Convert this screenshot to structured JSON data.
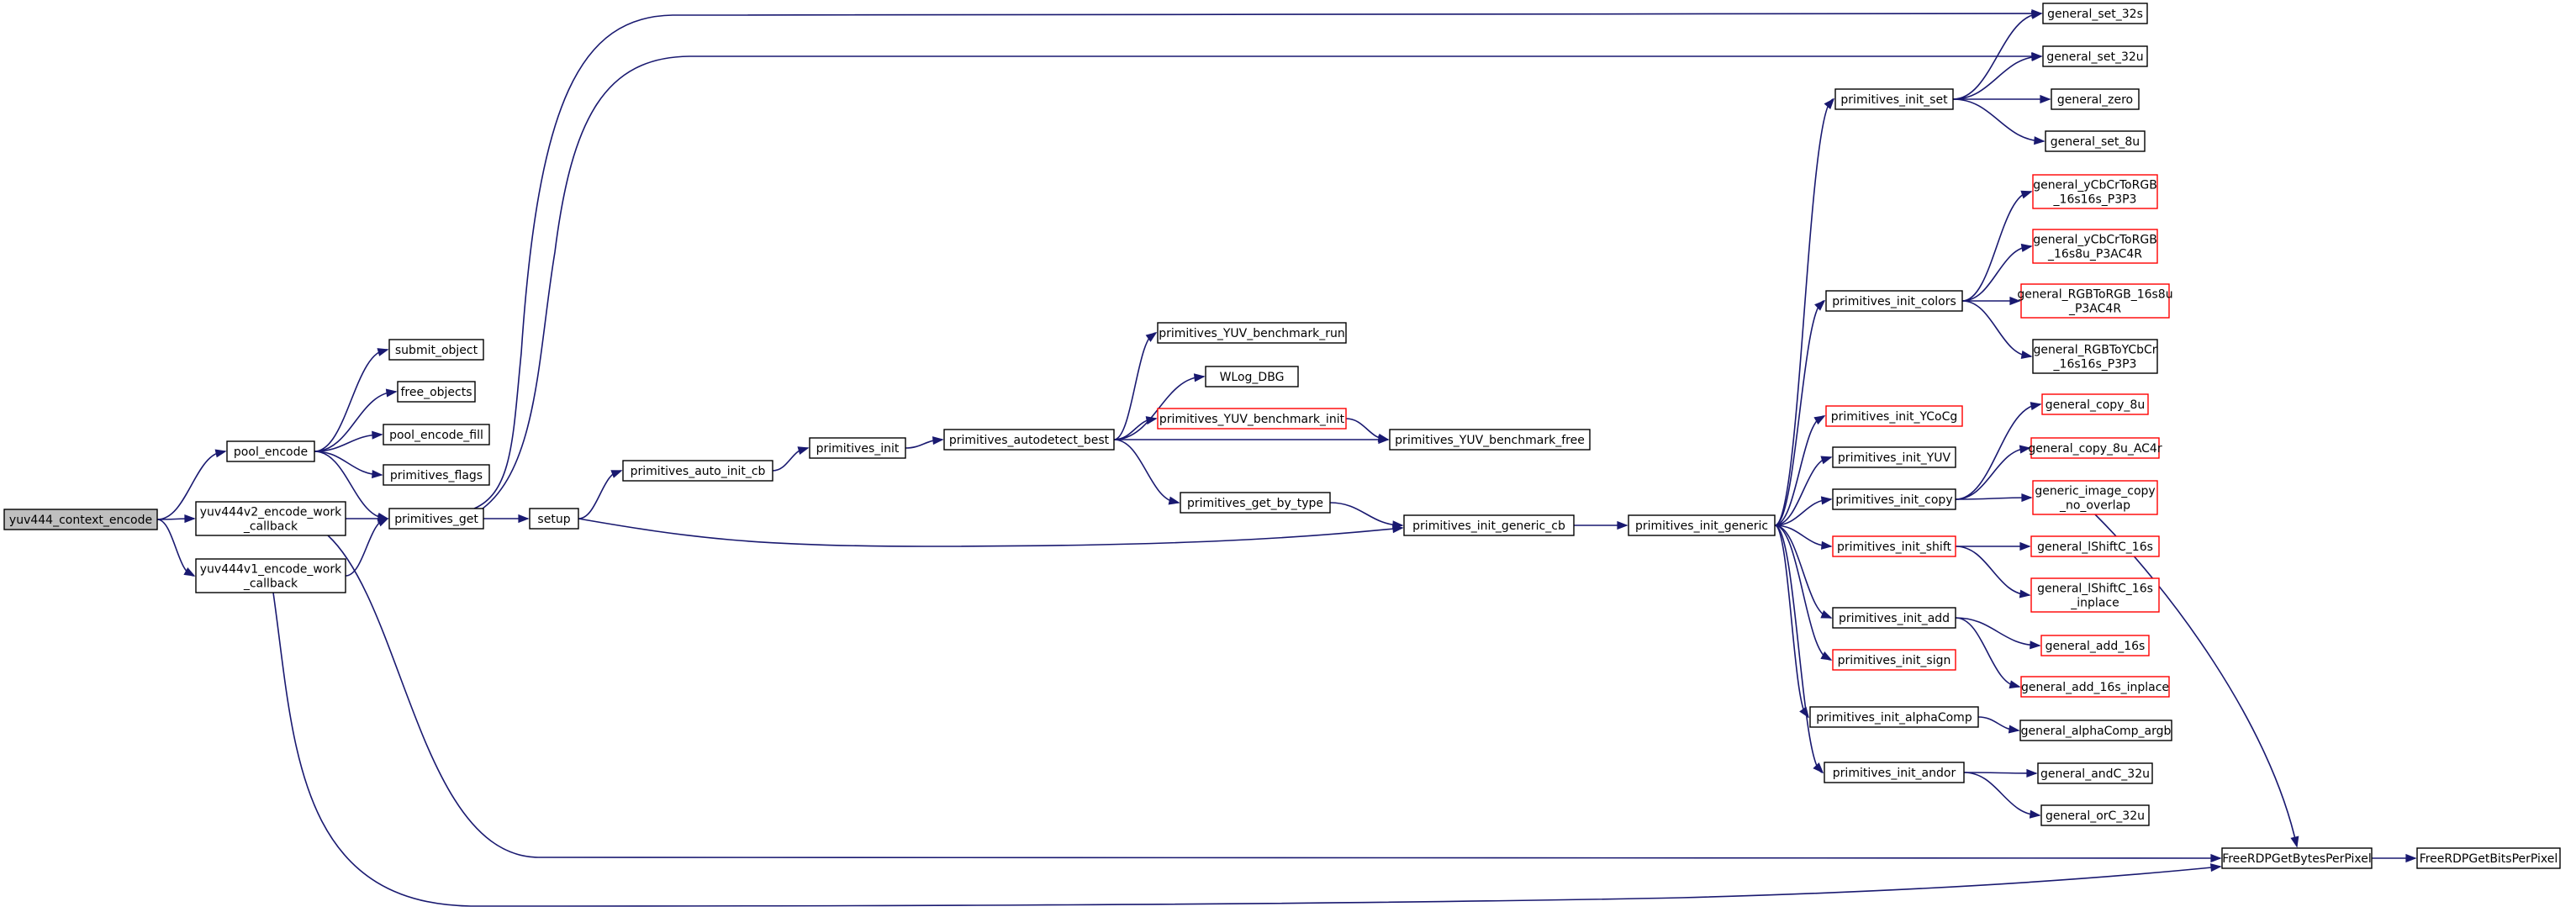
{
  "graph": {
    "edge_color": "#191970",
    "node_border": "#000000",
    "incomplete_node_border": "#ff0000",
    "root_fill": "#bfbfbf",
    "nodes": {
      "yuv444_context_encode": {
        "lines": [
          "yuv444_context_encode"
        ],
        "style": "root"
      },
      "pool_encode": {
        "lines": [
          "pool_encode"
        ]
      },
      "yuv444v2_encode_work_callback": {
        "lines": [
          "yuv444v2_encode_work",
          "_callback"
        ]
      },
      "yuv444v1_encode_work_callback": {
        "lines": [
          "yuv444v1_encode_work",
          "_callback"
        ]
      },
      "submit_object": {
        "lines": [
          "submit_object"
        ]
      },
      "free_objects": {
        "lines": [
          "free_objects"
        ]
      },
      "pool_encode_fill": {
        "lines": [
          "pool_encode_fill"
        ]
      },
      "primitives_flags": {
        "lines": [
          "primitives_flags"
        ]
      },
      "primitives_get": {
        "lines": [
          "primitives_get"
        ]
      },
      "setup": {
        "lines": [
          "setup"
        ]
      },
      "primitives_auto_init_cb": {
        "lines": [
          "primitives_auto_init_cb"
        ]
      },
      "primitives_init": {
        "lines": [
          "primitives_init"
        ]
      },
      "primitives_autodetect_best": {
        "lines": [
          "primitives_autodetect_best"
        ]
      },
      "primitives_YUV_benchmark_run": {
        "lines": [
          "primitives_YUV_benchmark_run"
        ]
      },
      "WLog_DBG": {
        "lines": [
          "WLog_DBG"
        ]
      },
      "primitives_YUV_benchmark_init": {
        "lines": [
          "primitives_YUV_benchmark_init"
        ],
        "style": "red"
      },
      "primitives_YUV_benchmark_free": {
        "lines": [
          "primitives_YUV_benchmark_free"
        ]
      },
      "primitives_get_by_type": {
        "lines": [
          "primitives_get_by_type"
        ]
      },
      "primitives_init_generic_cb": {
        "lines": [
          "primitives_init_generic_cb"
        ]
      },
      "primitives_init_generic": {
        "lines": [
          "primitives_init_generic"
        ]
      },
      "primitives_init_set": {
        "lines": [
          "primitives_init_set"
        ]
      },
      "general_set_32s": {
        "lines": [
          "general_set_32s"
        ]
      },
      "general_set_32u": {
        "lines": [
          "general_set_32u"
        ]
      },
      "general_zero": {
        "lines": [
          "general_zero"
        ]
      },
      "general_set_8u": {
        "lines": [
          "general_set_8u"
        ]
      },
      "primitives_init_colors": {
        "lines": [
          "primitives_init_colors"
        ]
      },
      "general_yCbCrToRGB_16s16s_P3P3": {
        "lines": [
          "general_yCbCrToRGB",
          "_16s16s_P3P3"
        ],
        "style": "red"
      },
      "general_yCbCrToRGB_16s8u_P3AC4R": {
        "lines": [
          "general_yCbCrToRGB",
          "_16s8u_P3AC4R"
        ],
        "style": "red"
      },
      "general_RGBToRGB_16s8u_P3AC4R": {
        "lines": [
          "general_RGBToRGB_16s8u",
          "_P3AC4R"
        ],
        "style": "red"
      },
      "general_RGBToYCbCr_16s16s_P3P3": {
        "lines": [
          "general_RGBToYCbCr",
          "_16s16s_P3P3"
        ]
      },
      "primitives_init_YCoCg": {
        "lines": [
          "primitives_init_YCoCg"
        ],
        "style": "red"
      },
      "primitives_init_YUV": {
        "lines": [
          "primitives_init_YUV"
        ]
      },
      "primitives_init_copy": {
        "lines": [
          "primitives_init_copy"
        ]
      },
      "general_copy_8u": {
        "lines": [
          "general_copy_8u"
        ],
        "style": "red"
      },
      "general_copy_8u_AC4r": {
        "lines": [
          "general_copy_8u_AC4r"
        ],
        "style": "red"
      },
      "generic_image_copy_no_overlap": {
        "lines": [
          "generic_image_copy",
          "_no_overlap"
        ],
        "style": "red"
      },
      "primitives_init_shift": {
        "lines": [
          "primitives_init_shift"
        ],
        "style": "red"
      },
      "general_lShiftC_16s": {
        "lines": [
          "general_lShiftC_16s"
        ],
        "style": "red"
      },
      "general_lShiftC_16s_inplace": {
        "lines": [
          "general_lShiftC_16s",
          "_inplace"
        ],
        "style": "red"
      },
      "primitives_init_add": {
        "lines": [
          "primitives_init_add"
        ]
      },
      "general_add_16s": {
        "lines": [
          "general_add_16s"
        ],
        "style": "red"
      },
      "general_add_16s_inplace": {
        "lines": [
          "general_add_16s_inplace"
        ],
        "style": "red"
      },
      "primitives_init_sign": {
        "lines": [
          "primitives_init_sign"
        ],
        "style": "red"
      },
      "primitives_init_alphaComp": {
        "lines": [
          "primitives_init_alphaComp"
        ]
      },
      "general_alphaComp_argb": {
        "lines": [
          "general_alphaComp_argb"
        ]
      },
      "primitives_init_andor": {
        "lines": [
          "primitives_init_andor"
        ]
      },
      "general_andC_32u": {
        "lines": [
          "general_andC_32u"
        ]
      },
      "general_orC_32u": {
        "lines": [
          "general_orC_32u"
        ]
      },
      "FreeRDPGetBytesPerPixel": {
        "lines": [
          "FreeRDPGetBytesPerPixel"
        ]
      },
      "FreeRDPGetBitsPerPixel": {
        "lines": [
          "FreeRDPGetBitsPerPixel"
        ]
      }
    },
    "edges": [
      [
        "yuv444_context_encode",
        "pool_encode"
      ],
      [
        "yuv444_context_encode",
        "yuv444v2_encode_work_callback"
      ],
      [
        "yuv444_context_encode",
        "yuv444v1_encode_work_callback"
      ],
      [
        "pool_encode",
        "submit_object"
      ],
      [
        "pool_encode",
        "free_objects"
      ],
      [
        "pool_encode",
        "pool_encode_fill"
      ],
      [
        "pool_encode",
        "primitives_flags"
      ],
      [
        "pool_encode",
        "primitives_get"
      ],
      [
        "yuv444v2_encode_work_callback",
        "primitives_get"
      ],
      [
        "yuv444v2_encode_work_callback",
        "FreeRDPGetBytesPerPixel"
      ],
      [
        "yuv444v1_encode_work_callback",
        "primitives_get"
      ],
      [
        "yuv444v1_encode_work_callback",
        "FreeRDPGetBytesPerPixel"
      ],
      [
        "primitives_get",
        "setup"
      ],
      [
        "primitives_get",
        "general_set_32s"
      ],
      [
        "primitives_get",
        "general_set_32u"
      ],
      [
        "setup",
        "primitives_auto_init_cb"
      ],
      [
        "setup",
        "primitives_init_generic_cb"
      ],
      [
        "primitives_auto_init_cb",
        "primitives_init"
      ],
      [
        "primitives_init",
        "primitives_autodetect_best"
      ],
      [
        "primitives_autodetect_best",
        "primitives_YUV_benchmark_run"
      ],
      [
        "primitives_autodetect_best",
        "WLog_DBG"
      ],
      [
        "primitives_autodetect_best",
        "primitives_YUV_benchmark_init"
      ],
      [
        "primitives_autodetect_best",
        "primitives_YUV_benchmark_free"
      ],
      [
        "primitives_autodetect_best",
        "primitives_get_by_type"
      ],
      [
        "primitives_YUV_benchmark_init",
        "primitives_YUV_benchmark_free"
      ],
      [
        "primitives_get_by_type",
        "primitives_init_generic_cb"
      ],
      [
        "primitives_init_generic_cb",
        "primitives_init_generic"
      ],
      [
        "primitives_init_generic",
        "primitives_init_set"
      ],
      [
        "primitives_init_generic",
        "primitives_init_colors"
      ],
      [
        "primitives_init_generic",
        "primitives_init_YCoCg"
      ],
      [
        "primitives_init_generic",
        "primitives_init_YUV"
      ],
      [
        "primitives_init_generic",
        "primitives_init_copy"
      ],
      [
        "primitives_init_generic",
        "primitives_init_shift"
      ],
      [
        "primitives_init_generic",
        "primitives_init_add"
      ],
      [
        "primitives_init_generic",
        "primitives_init_sign"
      ],
      [
        "primitives_init_generic",
        "primitives_init_alphaComp"
      ],
      [
        "primitives_init_generic",
        "primitives_init_andor"
      ],
      [
        "primitives_init_set",
        "general_set_32s"
      ],
      [
        "primitives_init_set",
        "general_set_32u"
      ],
      [
        "primitives_init_set",
        "general_zero"
      ],
      [
        "primitives_init_set",
        "general_set_8u"
      ],
      [
        "primitives_init_colors",
        "general_yCbCrToRGB_16s16s_P3P3"
      ],
      [
        "primitives_init_colors",
        "general_yCbCrToRGB_16s8u_P3AC4R"
      ],
      [
        "primitives_init_colors",
        "general_RGBToRGB_16s8u_P3AC4R"
      ],
      [
        "primitives_init_colors",
        "general_RGBToYCbCr_16s16s_P3P3"
      ],
      [
        "primitives_init_copy",
        "general_copy_8u"
      ],
      [
        "primitives_init_copy",
        "general_copy_8u_AC4r"
      ],
      [
        "primitives_init_copy",
        "generic_image_copy_no_overlap"
      ],
      [
        "generic_image_copy_no_overlap",
        "FreeRDPGetBytesPerPixel"
      ],
      [
        "primitives_init_shift",
        "general_lShiftC_16s"
      ],
      [
        "primitives_init_shift",
        "general_lShiftC_16s_inplace"
      ],
      [
        "primitives_init_add",
        "general_add_16s"
      ],
      [
        "primitives_init_add",
        "general_add_16s_inplace"
      ],
      [
        "primitives_init_alphaComp",
        "general_alphaComp_argb"
      ],
      [
        "primitives_init_andor",
        "general_andC_32u"
      ],
      [
        "primitives_init_andor",
        "general_orC_32u"
      ],
      [
        "FreeRDPGetBytesPerPixel",
        "FreeRDPGetBitsPerPixel"
      ]
    ]
  }
}
